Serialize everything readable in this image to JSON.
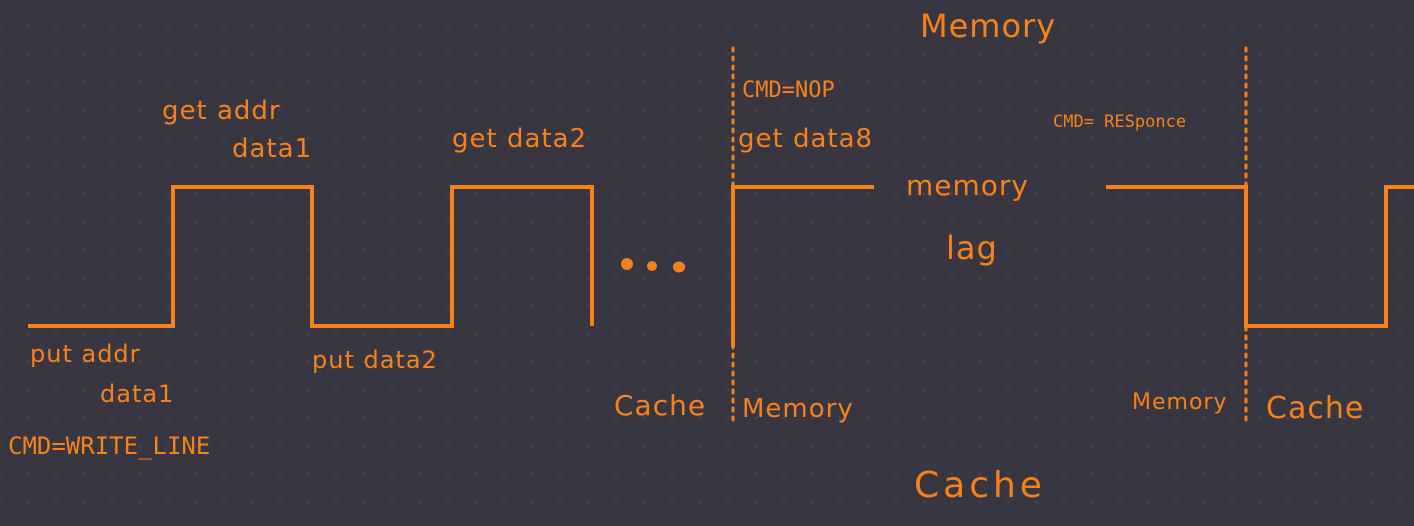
{
  "labels": {
    "memory_title": "Memory",
    "cache_title": "Cache",
    "get_addr": "get addr",
    "data1_top": "data1",
    "get_data2": "get data2",
    "cmd_nop": "CMD=NOP",
    "get_data8": "get data8",
    "memory_lag_1": "memory",
    "memory_lag_2": "lag",
    "cmd_responce": "CMD= RESponce",
    "put_addr": "put addr",
    "data1_bottom": "data1",
    "put_data2": "put data2",
    "cmd_write_line": "CMD=WRITE_LINE",
    "cache_left": "Cache",
    "memory_left": "Memory",
    "memory_right": "Memory",
    "cache_right": "Cache"
  },
  "colors": {
    "background": "#383641",
    "ink": "#f7821b"
  }
}
